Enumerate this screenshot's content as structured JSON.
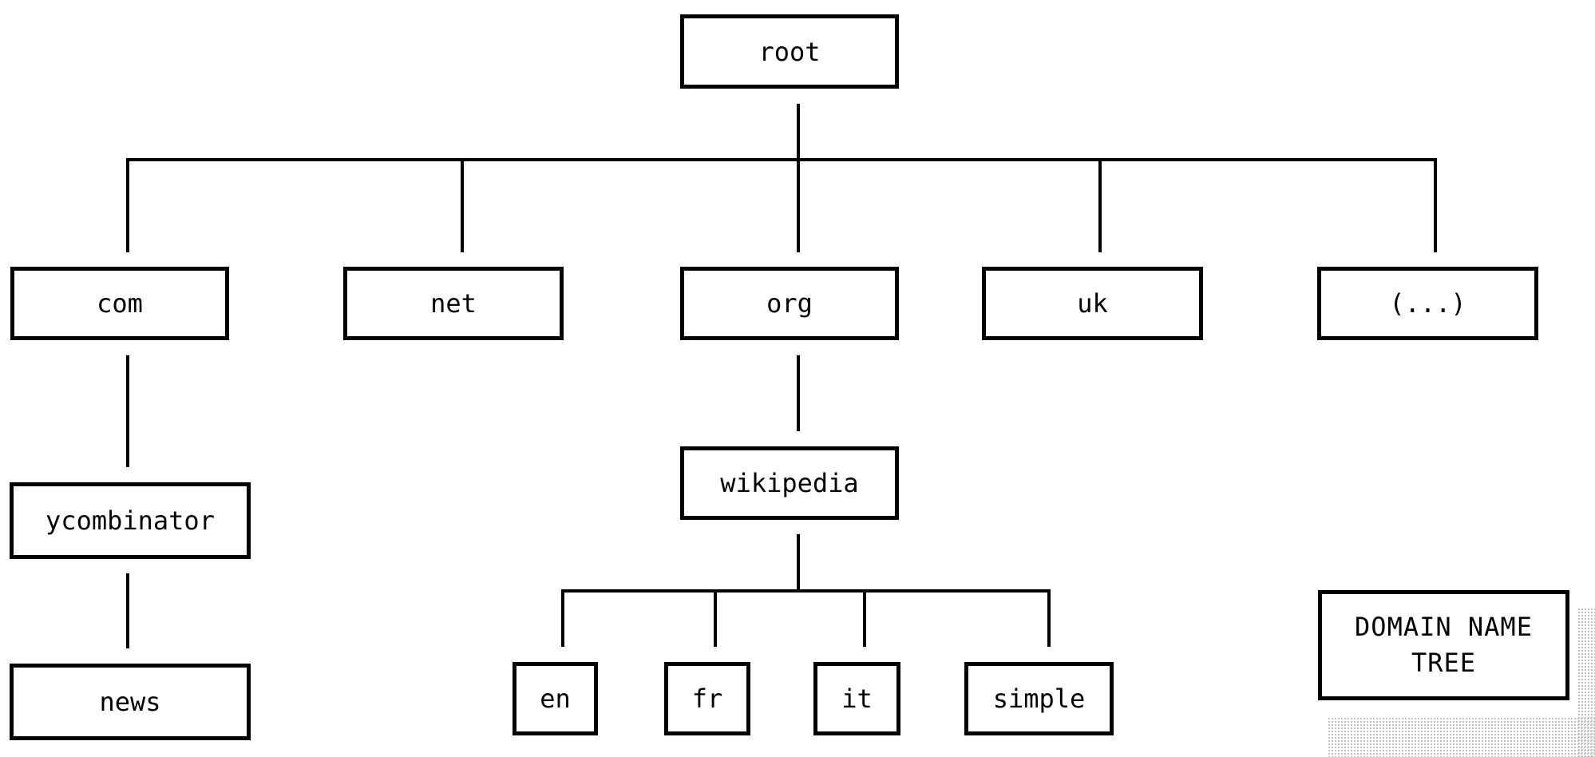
{
  "diagram": {
    "kind": "tree-diagram",
    "background_color": "#ffffff",
    "line_color": "#000000",
    "shadow_dot_color": "#c4c4c4",
    "title": {
      "line1": "DOMAIN NAME",
      "line2": "TREE"
    },
    "nodes": {
      "root": {
        "label": "root"
      },
      "com": {
        "label": "com"
      },
      "net": {
        "label": "net"
      },
      "org": {
        "label": "org"
      },
      "uk": {
        "label": "uk"
      },
      "other_tlds": {
        "label": "(...)"
      },
      "ycombinator": {
        "label": "ycombinator"
      },
      "news": {
        "label": "news"
      },
      "wikipedia": {
        "label": "wikipedia"
      },
      "en": {
        "label": "en"
      },
      "fr": {
        "label": "fr"
      },
      "it": {
        "label": "it"
      },
      "simple": {
        "label": "simple"
      }
    },
    "edges": [
      [
        "root",
        "com"
      ],
      [
        "root",
        "net"
      ],
      [
        "root",
        "org"
      ],
      [
        "root",
        "uk"
      ],
      [
        "root",
        "(...)"
      ],
      [
        "com",
        "ycombinator"
      ],
      [
        "ycombinator",
        "news"
      ],
      [
        "org",
        "wikipedia"
      ],
      [
        "wikipedia",
        "en"
      ],
      [
        "wikipedia",
        "fr"
      ],
      [
        "wikipedia",
        "it"
      ],
      [
        "wikipedia",
        "simple"
      ]
    ]
  }
}
